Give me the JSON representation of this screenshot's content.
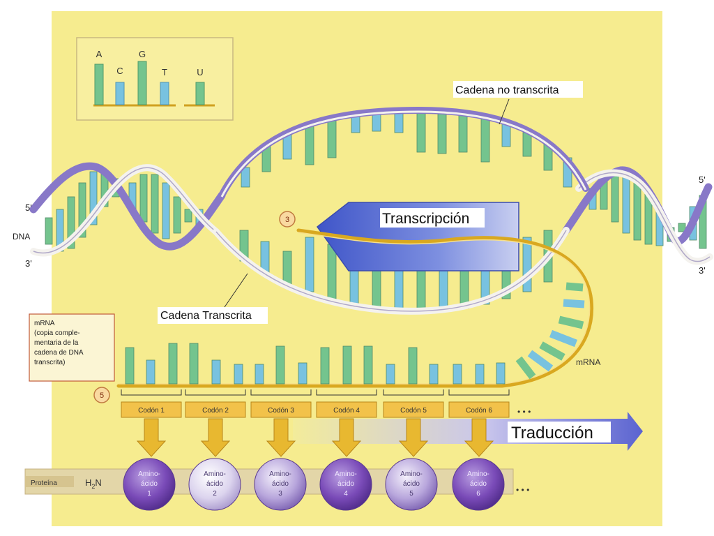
{
  "legend": {
    "bases": [
      "A",
      "C",
      "G",
      "T",
      "U"
    ]
  },
  "labels": {
    "non_template": "Cadena no transcrita",
    "template": "Cadena Transcrita",
    "transcription": "Transcripción",
    "translation": "Traducción",
    "dna": "DNA",
    "five_prime_left": "5'",
    "three_prime_left": "3'",
    "five_prime_right": "5'",
    "three_prime_right": "3'",
    "mrna": "mRNA",
    "protein": "Proteína",
    "h2n_base": "H",
    "h2n_sub": "2",
    "h2n_tail": "N",
    "ellipsis_codons": "• • •",
    "ellipsis_amino": "• • •"
  },
  "mrna_note": [
    "mRNA",
    "(copia comple-",
    "mentaria de la",
    "cadena de DNA",
    "transcrita)"
  ],
  "steps": [
    "3",
    "5"
  ],
  "codons": [
    "Codón 1",
    "Codón 2",
    "Codón 3",
    "Codón 4",
    "Codón 5",
    "Codón 6"
  ],
  "amino_acids": [
    {
      "line1": "Amino-",
      "line2": "ácido",
      "number": "1"
    },
    {
      "line1": "Amino-",
      "line2": "ácido",
      "number": "2"
    },
    {
      "line1": "Amino-",
      "line2": "ácido",
      "number": "3"
    },
    {
      "line1": "Amino-",
      "line2": "ácido",
      "number": "4"
    },
    {
      "line1": "Amino-",
      "line2": "ácido",
      "number": "5"
    },
    {
      "line1": "Amino-",
      "line2": "ácido",
      "number": "6"
    }
  ],
  "colors": {
    "background": "#f6ec8f",
    "strand_purple": "#8878c8",
    "strand_white": "#f4f2ee",
    "strand_gold": "#d9a820",
    "base_green": "#74c48e",
    "base_blue": "#78c2e0",
    "arrow_blue": "#5068d0",
    "arrow_gold": "#e8b830",
    "amino_dark": "#6a3fa8",
    "amino_light": "#d8d0ec"
  }
}
